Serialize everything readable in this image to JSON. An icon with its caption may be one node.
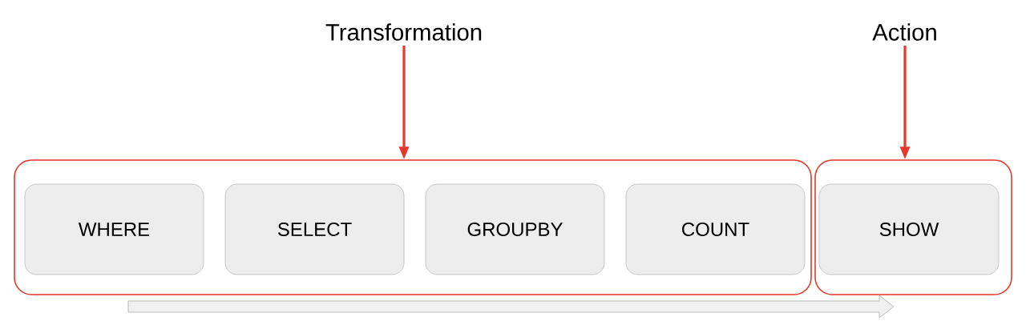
{
  "diagram": {
    "nodes": [
      {
        "text": [
          "Transformation"
        ]
      },
      {
        "text": [
          "Action"
        ]
      },
      {
        "text": [],
        "shape": "box"
      },
      {
        "text": [
          "WHERE"
        ],
        "in": 2
      },
      {
        "text": [
          "SELECT"
        ],
        "in": 2
      },
      {
        "text": [
          "GROUPBY"
        ],
        "in": 2
      },
      {
        "text": [
          "COUNT"
        ],
        "in": 2
      },
      {
        "text": [],
        "shape": "box"
      },
      {
        "text": [
          "SHOW"
        ],
        "in": 7
      }
    ],
    "edges": [
      {
        "from": 0,
        "to": 2,
        "arrow": "to"
      },
      {
        "from": 1,
        "to": 7,
        "arrow": "to"
      }
    ]
  }
}
